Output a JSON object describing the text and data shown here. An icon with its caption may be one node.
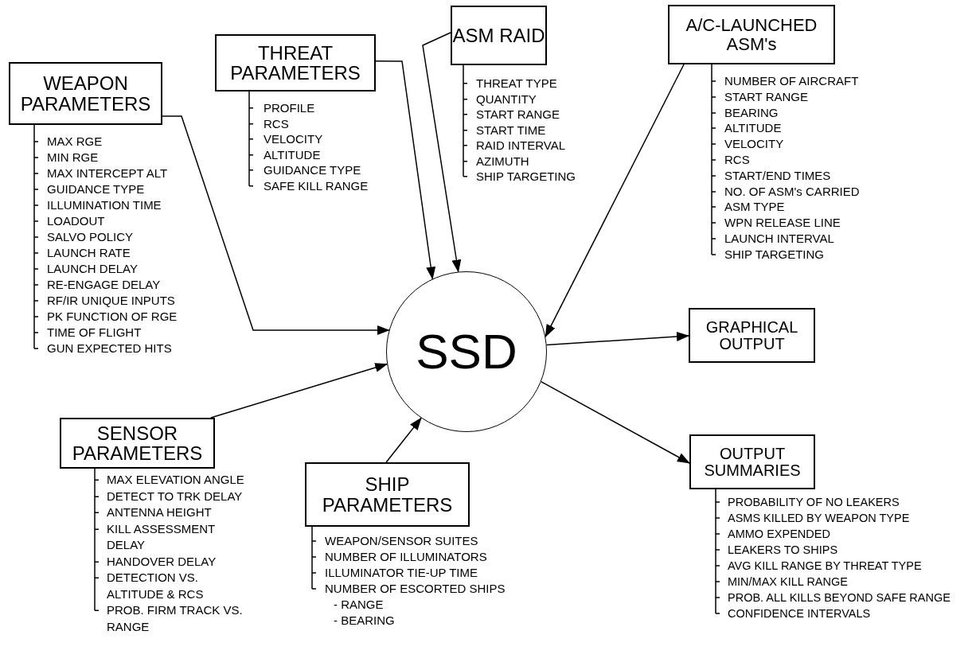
{
  "diagram": {
    "nodes": [
      {
        "text": [
          "WEAPON PARAMETERS"
        ],
        "beside": [
          "MAX RGE",
          "MIN RGE",
          "MAX INTERCEPT ALT",
          "GUIDANCE TYPE",
          "ILLUMINATION TIME",
          "LOADOUT",
          "SALVO POLICY",
          "LAUNCH RATE",
          "LAUNCH DELAY",
          "RE-ENGAGE DELAY",
          "RF/IR UNIQUE INPUTS",
          "PK FUNCTION OF RGE",
          "TIME OF FLIGHT",
          "GUN EXPECTED HITS"
        ]
      },
      {
        "text": [
          "THREAT PARAMETERS"
        ],
        "beside": [
          "PROFILE",
          "RCS",
          "VELOCITY",
          "ALTITUDE",
          "GUIDANCE TYPE",
          "SAFE KILL RANGE"
        ]
      },
      {
        "text": [
          "ASM RAID"
        ],
        "beside": [
          "THREAT TYPE",
          "QUANTITY",
          "START RANGE",
          "START TIME",
          "RAID INTERVAL",
          "AZIMUTH",
          "SHIP TARGETING"
        ]
      },
      {
        "text": [
          "A/C-LAUNCHED ASM's"
        ],
        "beside": [
          "NUMBER OF AIRCRAFT",
          "START RANGE",
          "BEARING",
          "ALTITUDE",
          "VELOCITY",
          "RCS",
          "START/END TIMES",
          "NO. OF ASM's CARRIED",
          "ASM TYPE",
          "WPN RELEASE LINE",
          "LAUNCH INTERVAL",
          "SHIP TARGETING"
        ]
      },
      {
        "text": [
          "SSD"
        ]
      },
      {
        "text": [
          "GRAPHICAL OUTPUT"
        ]
      },
      {
        "text": [
          "SENSOR PARAMETERS"
        ],
        "beside": [
          "MAX ELEVATION ANGLE",
          "DETECT TO TRK DELAY",
          "ANTENNA HEIGHT",
          "KILL ASSESSMENT DELAY",
          "HANDOVER DELAY",
          "DETECTION VS. ALTITUDE & RCS",
          "PROB. FIRM TRACK VS. RANGE"
        ]
      },
      {
        "text": [
          "SHIP PARAMETERS"
        ],
        "beside": [
          "WEAPON/SENSOR SUITES",
          "NUMBER OF ILLUMINATORS",
          "ILLUMINATOR TIE-UP TIME",
          "NUMBER OF ESCORTED SHIPS",
          "- RANGE",
          "- BEARING"
        ]
      },
      {
        "text": [
          "OUTPUT SUMMARIES"
        ],
        "beside": [
          "PROBABILITY OF NO LEAKERS",
          "ASMS KILLED BY WEAPON TYPE",
          "AMMO EXPENDED",
          "LEAKERS TO SHIPS",
          "AVG KILL RANGE BY THREAT TYPE",
          "MIN/MAX KILL RANGE",
          "PROB. ALL KILLS BEYOND SAFE RANGE",
          "CONFIDENCE INTERVALS"
        ]
      }
    ],
    "edges": [
      {
        "from": 0,
        "to": 4,
        "arrow": "to"
      },
      {
        "from": 1,
        "to": 4,
        "arrow": "to"
      },
      {
        "from": 2,
        "to": 4,
        "arrow": "to"
      },
      {
        "from": 3,
        "to": 4,
        "arrow": "to"
      },
      {
        "from": 4,
        "to": 5,
        "arrow": "to"
      },
      {
        "from": 6,
        "to": 4,
        "arrow": "to"
      },
      {
        "from": 7,
        "to": 4,
        "arrow": "to"
      },
      {
        "from": 4,
        "to": 8,
        "arrow": "to"
      }
    ]
  }
}
